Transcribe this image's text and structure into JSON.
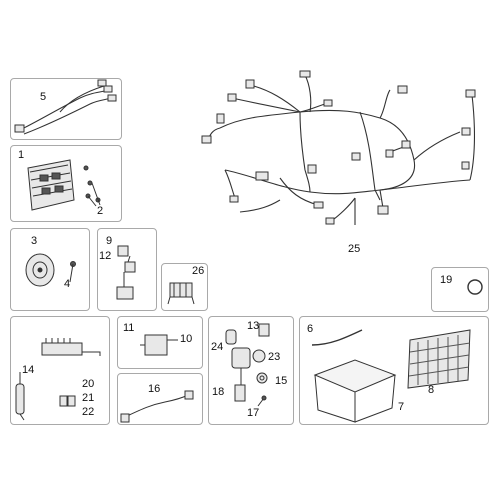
{
  "diagram": {
    "callouts": {
      "c1": "1",
      "c2": "2",
      "c3": "3",
      "c4": "4",
      "c5": "5",
      "c6": "6",
      "c7": "7",
      "c8": "8",
      "c9": "9",
      "c10": "10",
      "c11": "11",
      "c12": "12",
      "c13": "13",
      "c14": "14",
      "c15": "15",
      "c16": "16",
      "c17": "17",
      "c18": "18",
      "c19": "19",
      "c20": "20",
      "c21": "21",
      "c22": "22",
      "c23": "23",
      "c24": "24",
      "c25": "25",
      "c26": "26"
    }
  },
  "colors": {
    "panel_border": "#a9a9a9",
    "line": "#333333",
    "part_fill": "#e8e8e8",
    "part_dark": "#555555"
  }
}
